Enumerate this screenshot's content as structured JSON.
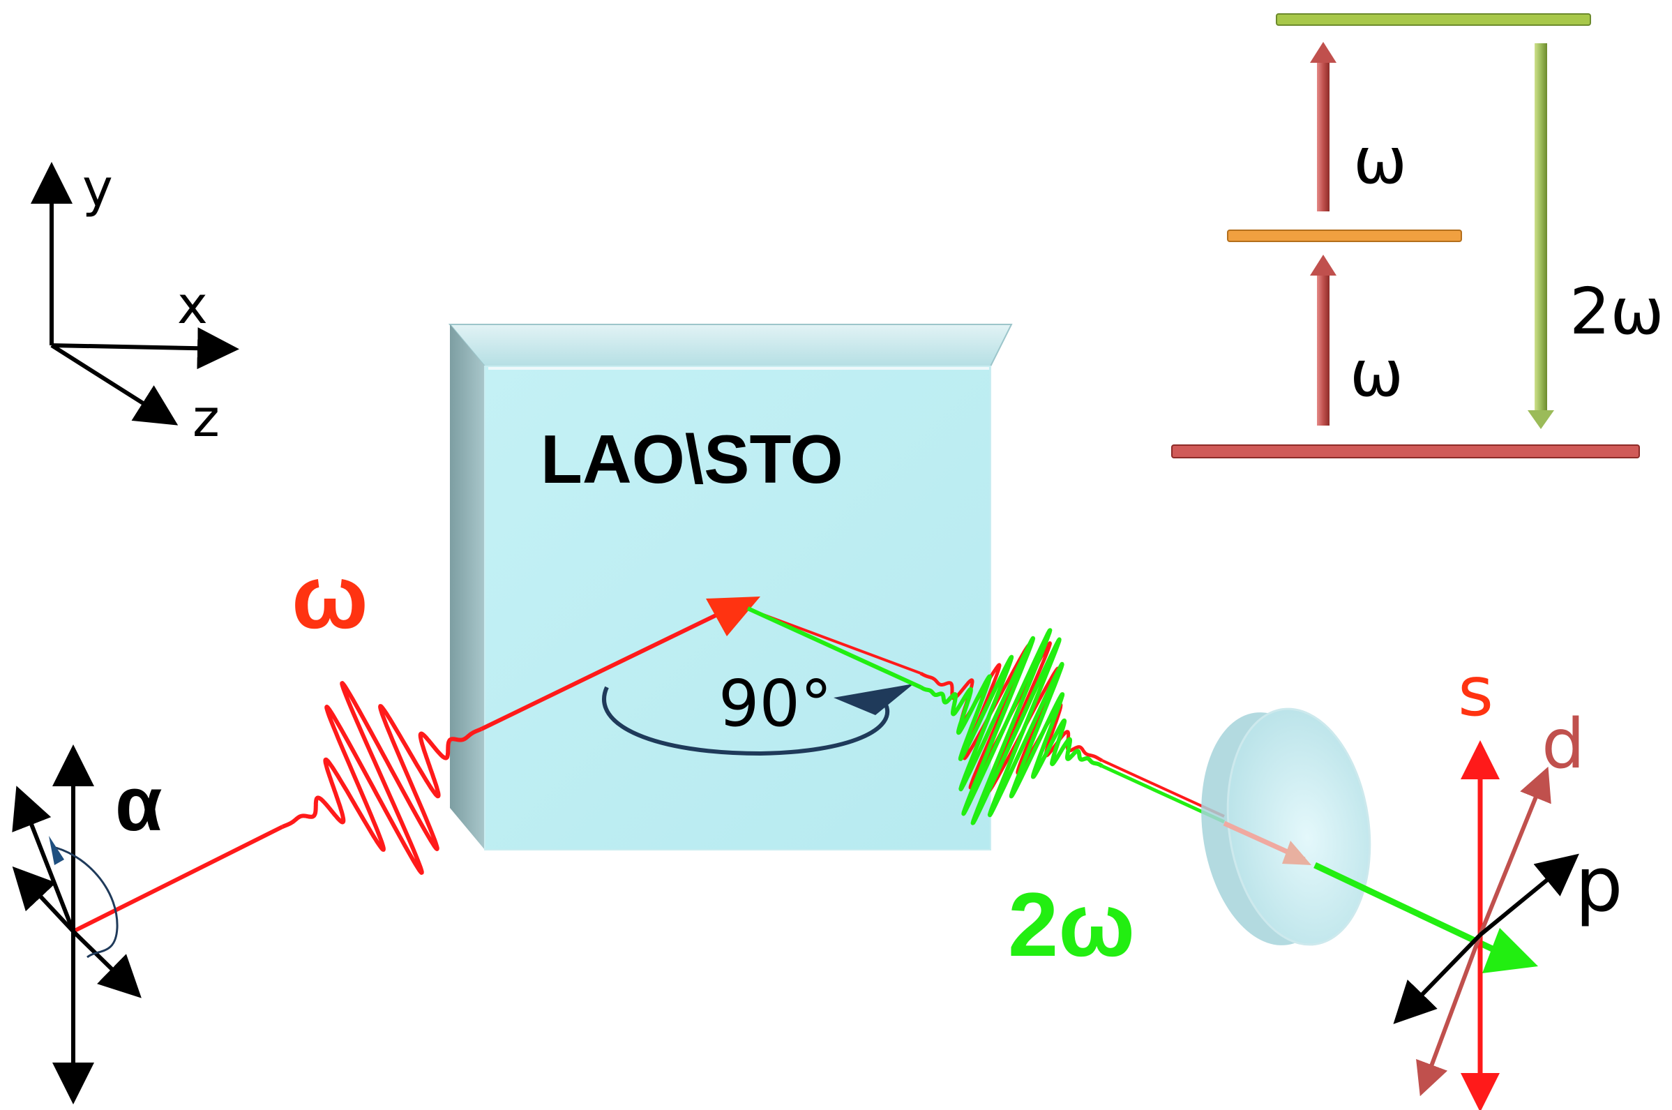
{
  "axes": {
    "y": "y",
    "x": "x",
    "z": "z"
  },
  "sample": {
    "label": "LAO\\STO"
  },
  "beam": {
    "incident_label": "ω",
    "sh_label": "2ω",
    "rotation_label": "90°",
    "angle_label": "α"
  },
  "energy_levels": {
    "omega_lower": "ω",
    "omega_upper": "ω",
    "two_omega": "2ω"
  },
  "polarization": {
    "s": "s",
    "d": "d",
    "p": "p"
  },
  "colors": {
    "fundamental": "#ff1a1a",
    "second_harmonic": "#22ee11",
    "crystal": "#c8f3f7",
    "level_top": "#a8c84a",
    "level_mid": "#f0a040",
    "level_bottom": "#d05a58",
    "arrow_dark": "#1f3a5a"
  }
}
